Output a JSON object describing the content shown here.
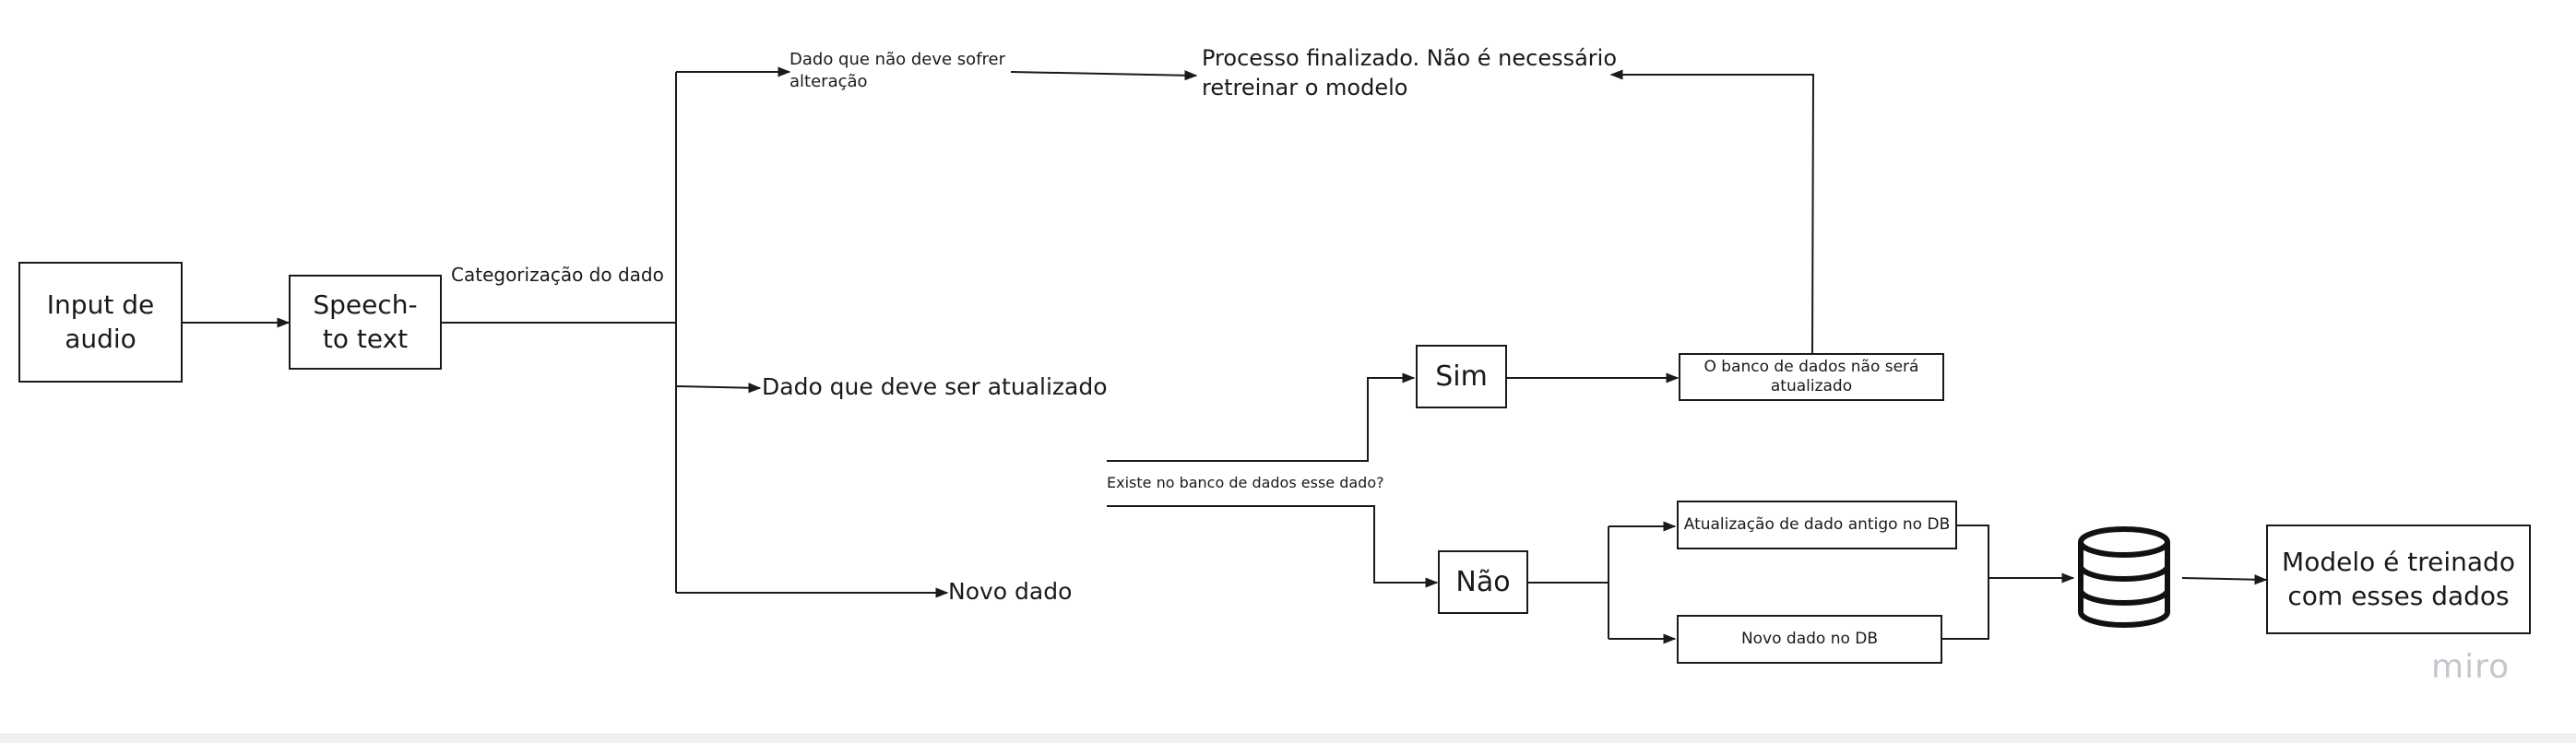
{
  "nodes": {
    "input_audio": "Input de audio",
    "speech_to_text": "Speech-to text",
    "categorizacao": "Categorização do dado",
    "dado_nao_alterar": "Dado que não deve sofrer alteração",
    "processo_finalizado": "Processo finalizado. Não é necessário retreinar o modelo",
    "dado_atualizar": "Dado que deve ser atualizado",
    "novo_dado": "Novo dado",
    "existe_no_banco": "Existe no banco de dados esse dado?",
    "sim": "Sim",
    "nao": "Não",
    "banco_nao_atualizado": "O banco de dados não será atualizado",
    "atualizacao_dado_antigo": "Atualização de dado antigo no DB",
    "novo_dado_db": "Novo dado no DB",
    "modelo_treinado": "Modelo é treinado com esses dados"
  },
  "icons": {
    "database": "database-icon"
  },
  "watermark": "miro"
}
